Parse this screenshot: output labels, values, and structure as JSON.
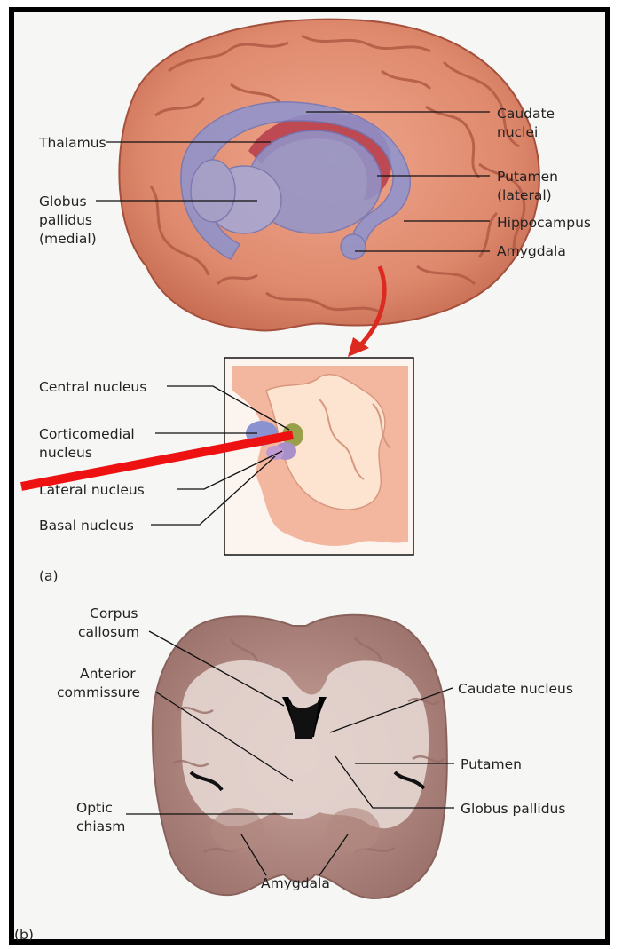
{
  "panel_a": {
    "label": "(a)",
    "top_labels": {
      "thalamus": "Thalamus",
      "globus_pallidus": [
        "Globus",
        "pallidus",
        "(medial)"
      ],
      "caudate_nuclei": [
        "Caudate",
        "nuclei"
      ],
      "putamen": [
        "Putamen",
        "(lateral)"
      ],
      "hippocampus": "Hippocampus",
      "amygdala": "Amygdala"
    },
    "inset_labels": {
      "central_nucleus": "Central nucleus",
      "corticomedial_nucleus": [
        "Corticomedial",
        "nucleus"
      ],
      "lateral_nucleus": "Lateral nucleus",
      "basal_nucleus": "Basal nucleus"
    }
  },
  "panel_b": {
    "label": "(b)",
    "labels": {
      "corpus_callosum": [
        "Corpus",
        "callosum"
      ],
      "anterior_commissure": [
        "Anterior",
        "commissure"
      ],
      "optic_chiasm": [
        "Optic",
        "chiasm"
      ],
      "caudate_nucleus": "Caudate nucleus",
      "putamen": "Putamen",
      "globus_pallidus": "Globus pallidus",
      "amygdala": "Amygdala"
    }
  },
  "colors": {
    "brain": "#e08a6e",
    "brain_dark": "#b85a44",
    "limbic": "#8c94d0",
    "caudate_red": "#b8404e",
    "pointer": "#ee1111",
    "section_tissue": "#a9827c",
    "white_matter": "#e6d6d2"
  }
}
